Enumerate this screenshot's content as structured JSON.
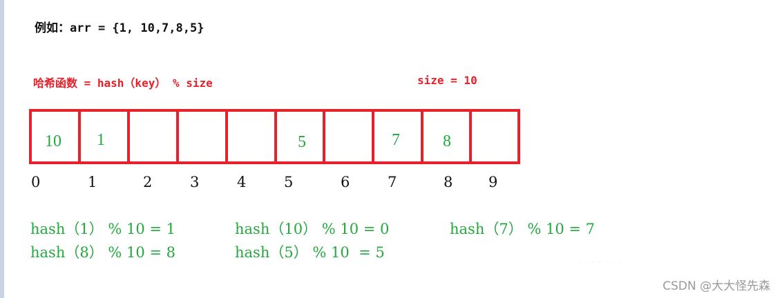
{
  "example": "例如：arr = {1, 10,7,8,5}",
  "formula": "哈希函数 = hash（key） % size",
  "size_text": "size = 10",
  "slots": [
    "10",
    "1",
    "",
    "",
    "",
    "5",
    "",
    "7",
    "8",
    ""
  ],
  "indices": [
    "0",
    "1",
    "2",
    "3",
    "4",
    "5",
    "6",
    "7",
    "8",
    "9"
  ],
  "hash_lines": [
    "hash（1） % 10 = 1",
    "hash（10） % 10 = 0",
    "hash（7） % 10 = 7",
    "hash（8） % 10 = 8",
    "hash（5） % 10  = 5"
  ],
  "faint_marks": "· · · · · · ·",
  "watermark": "CSDN @大大怪先森",
  "colors": {
    "border": "#e8202a",
    "value": "#22a83c",
    "formula": "#e8202a"
  }
}
